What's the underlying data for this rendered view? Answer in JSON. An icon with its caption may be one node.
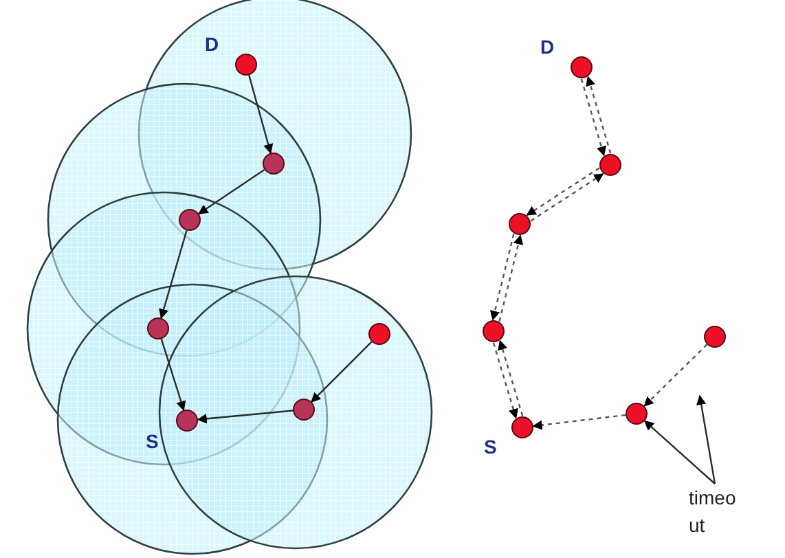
{
  "diagram": {
    "nodes": [
      {
        "text": [],
        "shape": "circle",
        "beside": [
          "D"
        ]
      },
      {
        "text": [],
        "shape": "circle"
      },
      {
        "text": [],
        "shape": "circle"
      },
      {
        "text": [],
        "shape": "circle"
      },
      {
        "text": [],
        "shape": "circle"
      },
      {
        "text": [],
        "shape": "circle"
      },
      {
        "text": [],
        "shape": "circle",
        "beside": [
          "S"
        ]
      },
      {
        "text": [],
        "shape": "circle",
        "beside": [
          "D"
        ]
      },
      {
        "text": [],
        "shape": "circle"
      },
      {
        "text": [],
        "shape": "circle"
      },
      {
        "text": [],
        "shape": "circle"
      },
      {
        "text": [],
        "shape": "circle",
        "beside": [
          "S"
        ]
      },
      {
        "text": [],
        "shape": "circle"
      },
      {
        "text": [],
        "shape": "circle"
      },
      {
        "text": [
          "timeo ut"
        ]
      }
    ],
    "edges": [
      {
        "from": 0,
        "to": 1,
        "arrow": "to"
      },
      {
        "from": 1,
        "to": 2,
        "arrow": "to"
      },
      {
        "from": 2,
        "to": 3,
        "arrow": "to"
      },
      {
        "from": 3,
        "to": 6,
        "arrow": "to"
      },
      {
        "from": 4,
        "to": 5,
        "arrow": "to"
      },
      {
        "from": 5,
        "to": 6,
        "arrow": "to"
      },
      {
        "from": 7,
        "to": 8,
        "arrow": "to",
        "style": "dashed"
      },
      {
        "from": 8,
        "to": 7,
        "arrow": "to",
        "style": "dashed"
      },
      {
        "from": 8,
        "to": 9,
        "arrow": "to",
        "style": "dashed"
      },
      {
        "from": 9,
        "to": 8,
        "arrow": "to",
        "style": "dashed"
      },
      {
        "from": 9,
        "to": 10,
        "arrow": "to",
        "style": "dashed"
      },
      {
        "from": 10,
        "to": 9,
        "arrow": "to",
        "style": "dashed"
      },
      {
        "from": 10,
        "to": 11,
        "arrow": "to",
        "style": "dashed"
      },
      {
        "from": 11,
        "to": 10,
        "arrow": "to",
        "style": "dashed"
      },
      {
        "from": 13,
        "to": 12,
        "arrow": "to",
        "style": "dashed"
      },
      {
        "from": 12,
        "to": 11,
        "arrow": "to",
        "style": "dashed"
      },
      {
        "from": 14,
        "to": null,
        "arrow": "to"
      },
      {
        "from": 14,
        "to": 12,
        "arrow": "to"
      }
    ]
  }
}
